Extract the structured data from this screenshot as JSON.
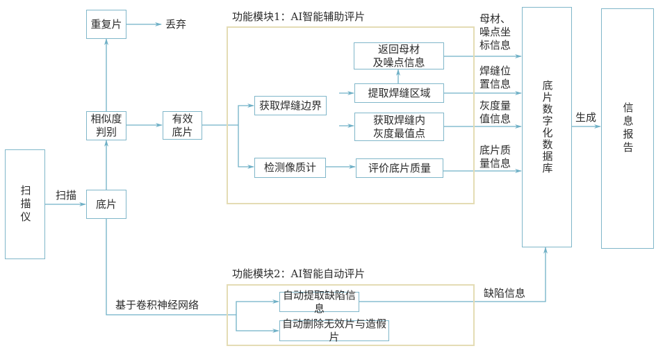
{
  "nodes": {
    "scanner": "扫描仪",
    "film": "底片",
    "similarity": "相似度\n判别",
    "duplicate": "重复片",
    "discard": "丢弃",
    "valid_film": "有效\n底片",
    "get_weld_boundary": "获取焊缝边界",
    "detect_iqi": "检测像质计",
    "return_base_noise": "返回母材\n及噪点信息",
    "extract_weld_region": "提取焊缝区域",
    "get_gray_extreme": "获取焊缝内\n灰度最值点",
    "evaluate_quality": "评价底片质量",
    "database": "底片数字化数据库",
    "report": "信息报告",
    "auto_extract_defect": "自动提取缺陷信息",
    "auto_delete_invalid": "自动删除无效片与造假片"
  },
  "modules": {
    "module1_title": "功能模块1：AI智能辅助评片",
    "module2_title": "功能模块2：AI智能自动评片"
  },
  "edge_labels": {
    "scan": "扫描",
    "cnn": "基于卷积神经网络",
    "base_noise_coords": "母材、\n噪点坐\n标信息",
    "weld_position": "焊缝位\n置信息",
    "gray_value": "灰度量\n值信息",
    "film_quality": "底片质\n量信息",
    "defect_info": "缺陷信息",
    "generate": "生成"
  },
  "colors": {
    "line": "#6fb0c6",
    "module_border": "#e4dcb4"
  }
}
